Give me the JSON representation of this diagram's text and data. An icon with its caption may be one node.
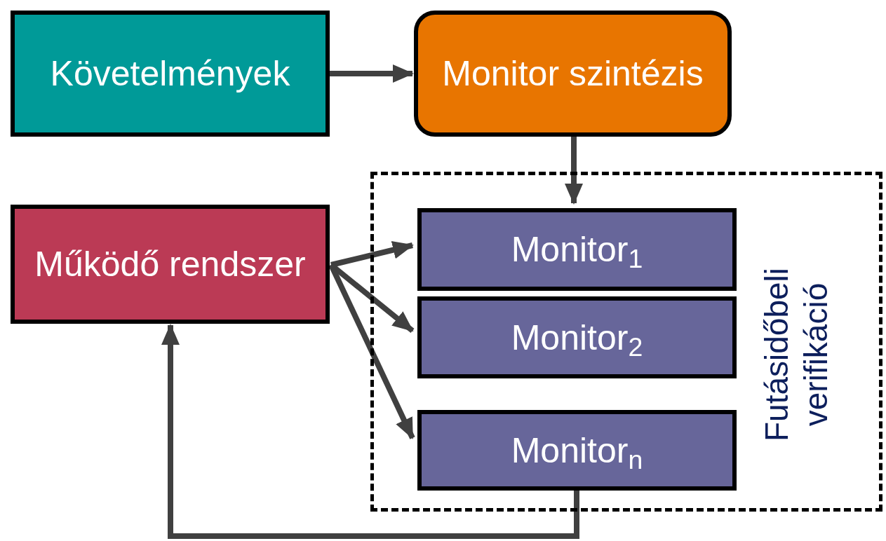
{
  "diagram": {
    "nodes": [
      {
        "text": [
          "Követelmények"
        ]
      },
      {
        "text": [
          "Monitor szintézis"
        ]
      },
      {
        "text": [
          "Futásidőbeli verifikáció"
        ]
      },
      {
        "text": [
          "Működő rendszer"
        ]
      },
      {
        "text": [
          "Monitor$_{1}$"
        ],
        "in": 2
      },
      {
        "text": [
          "Monitor$_{2}$"
        ],
        "in": 2
      },
      {
        "text": [
          "Monitor$_{n}$"
        ],
        "in": 2
      }
    ],
    "edges": [
      {
        "from": 0,
        "to": 1,
        "arrow": "to"
      },
      {
        "from": 1,
        "to": 4,
        "arrow": "to"
      },
      {
        "from": 3,
        "to": 4,
        "arrow": "to"
      },
      {
        "from": 3,
        "to": 5,
        "arrow": "to"
      },
      {
        "from": 3,
        "to": 6,
        "arrow": "to"
      },
      {
        "from": 6,
        "to": 3,
        "arrow": "to"
      }
    ]
  }
}
